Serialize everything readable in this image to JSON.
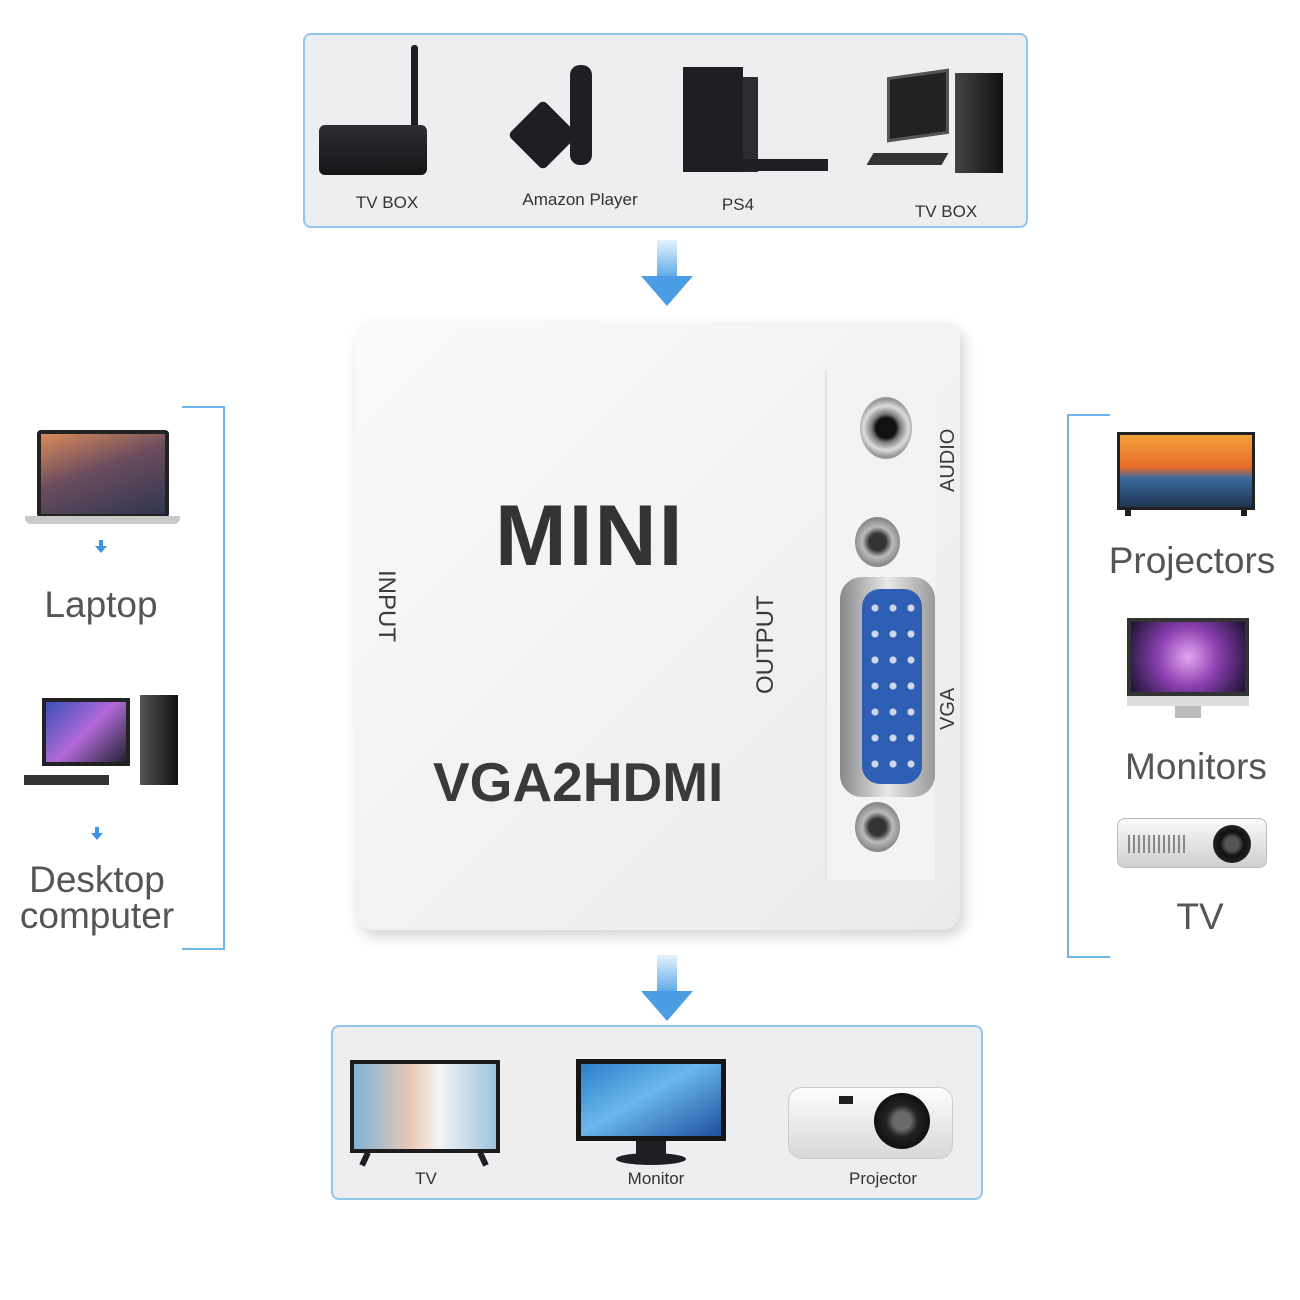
{
  "sources": {
    "items": [
      {
        "label": "TV BOX",
        "icon": "tv-box-icon"
      },
      {
        "label": "Amazon Player",
        "icon": "amazon-player-icon"
      },
      {
        "label": "PS4",
        "icon": "ps4-icon"
      },
      {
        "label": "TV BOX",
        "icon": "desktop-pc-icon"
      }
    ]
  },
  "device": {
    "brand": "MINI",
    "model": "VGA2HDMI",
    "input_label": "INPUT",
    "output_label": "OUTPUT",
    "audio_label": "AUDIO",
    "vga_label": "VGA"
  },
  "left": {
    "items": [
      {
        "label": "Laptop",
        "icon": "laptop-icon"
      },
      {
        "label": "Desktop computer",
        "icon": "desktop-computer-icon"
      }
    ]
  },
  "right": {
    "items": [
      {
        "label": "Projectors",
        "icon": "tv-icon"
      },
      {
        "label": "Monitors",
        "icon": "monitor-icon"
      },
      {
        "label": "TV",
        "icon": "projector-icon"
      }
    ]
  },
  "outputs": {
    "items": [
      {
        "label": "TV",
        "icon": "tv-icon"
      },
      {
        "label": "Monitor",
        "icon": "monitor-icon"
      },
      {
        "label": "Projector",
        "icon": "projector-icon"
      }
    ]
  },
  "colors": {
    "accent": "#4a9de3",
    "panel_border": "#93c6ec",
    "text": "#555555"
  }
}
